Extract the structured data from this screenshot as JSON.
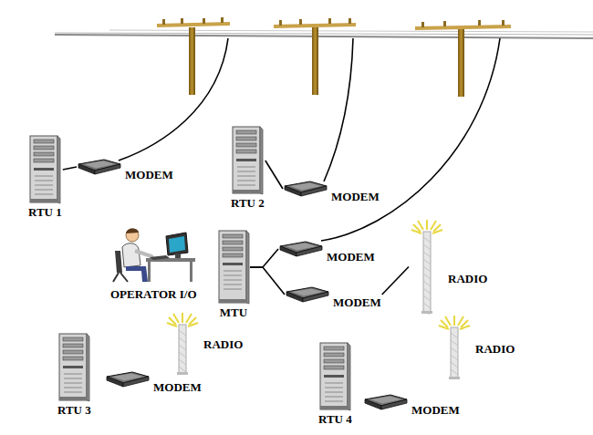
{
  "diagram": {
    "nodes": [
      {
        "text": [
          "RTU 1"
        ]
      },
      {
        "text": [
          "MODEM"
        ]
      },
      {
        "text": [
          "RTU 2"
        ]
      },
      {
        "text": [
          "MODEM"
        ]
      },
      {
        "text": [
          "OPERATOR I/O"
        ]
      },
      {
        "text": [
          "MTU"
        ]
      },
      {
        "text": [
          "MODEM"
        ]
      },
      {
        "text": [
          "RADIO"
        ]
      },
      {
        "text": [
          "MODEM"
        ]
      },
      {
        "text": [
          "RADIO"
        ]
      },
      {
        "text": [
          "RTU 3"
        ]
      },
      {
        "text": [
          "MODEM"
        ]
      },
      {
        "text": [
          "RADIO"
        ]
      },
      {
        "text": [
          "RTU 4"
        ]
      },
      {
        "text": [
          "MODEM"
        ]
      }
    ],
    "edges": [
      {
        "from": 0,
        "to": 1,
        "arrow": "none"
      },
      {
        "from": 2,
        "to": 3,
        "arrow": "none"
      },
      {
        "from": 5,
        "to": 6,
        "arrow": "none"
      },
      {
        "from": 5,
        "to": 8,
        "arrow": "none"
      },
      {
        "from": 8,
        "to": 7,
        "arrow": "none"
      }
    ]
  }
}
